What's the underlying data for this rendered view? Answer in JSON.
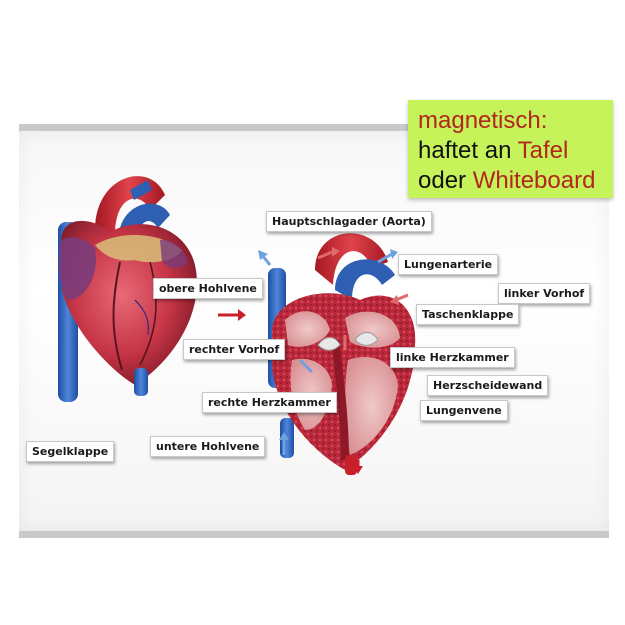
{
  "promo": {
    "line1": "magnetisch:",
    "line2_prefix": "haftet an ",
    "line2_highlight": "Tafel",
    "line3_prefix": "oder ",
    "line3_highlight": "Whiteboard"
  },
  "labels": {
    "aorta": "Hauptschlagader (Aorta)",
    "pulmonary_artery": "Lungenarterie",
    "superior_vena_cava": "obere Hohlvene",
    "left_atrium": "linker Vorhof",
    "semilunar_valve": "Taschenklappe",
    "right_atrium": "rechter Vorhof",
    "left_ventricle": "linke Herzkammer",
    "septum": "Herzscheidewand",
    "right_ventricle": "rechte Herzkammer",
    "pulmonary_vein": "Lungenvene",
    "cusp_valve": "Segelklappe",
    "inferior_vena_cava": "untere Hohlvene"
  },
  "colors": {
    "promo_bg": "#c6f25a",
    "highlight": "#b3261e",
    "artery_red": "#c8202a",
    "vein_blue": "#2f5fb3",
    "muscle": "#c83a48"
  }
}
